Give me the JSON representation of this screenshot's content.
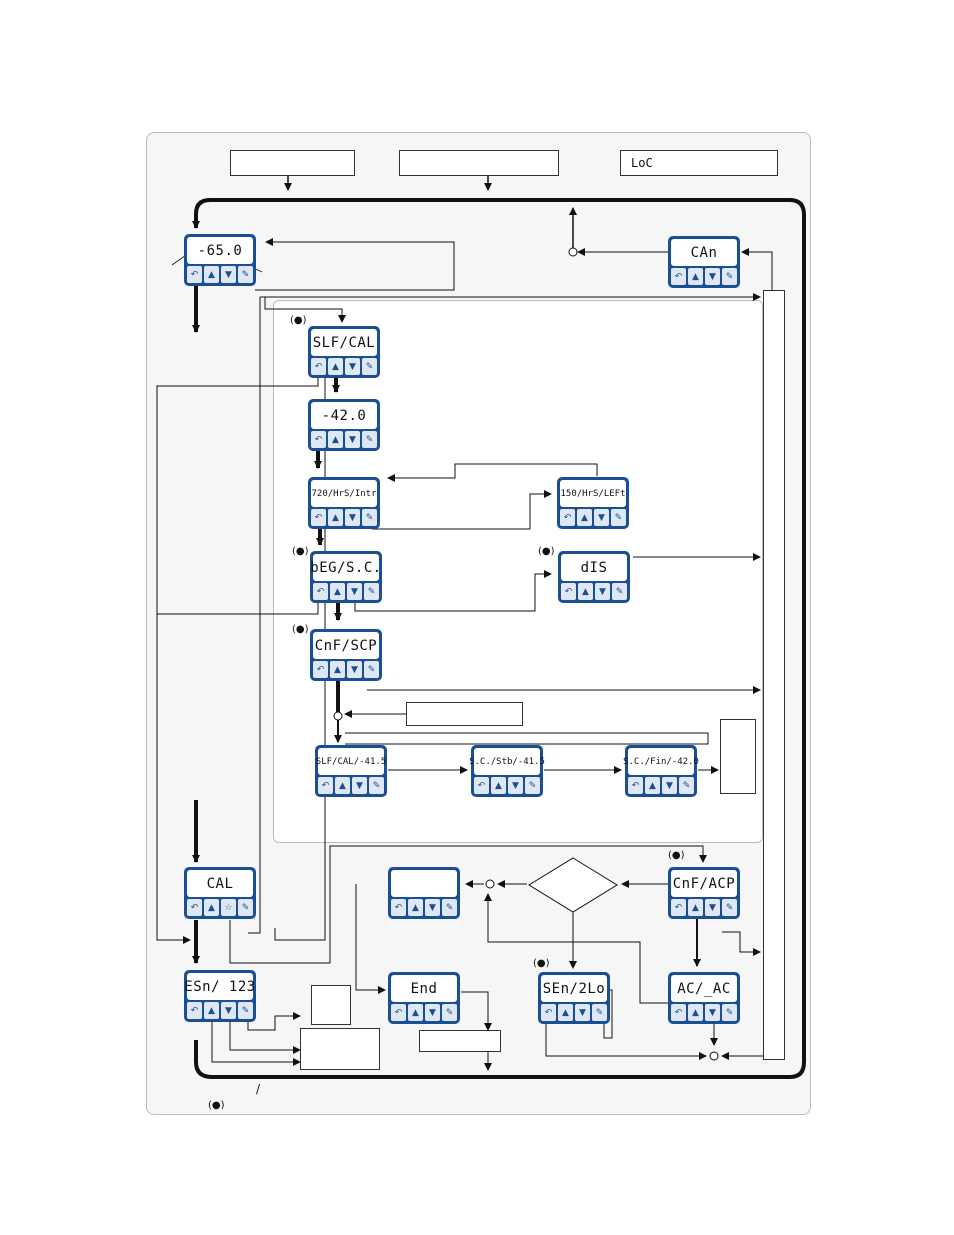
{
  "displays": {
    "main_value": "-65.0",
    "can": "CAn",
    "slf_cal": "SLF/CAL",
    "value_42": "-42.0",
    "hrs_int": "720/HrS/Intr",
    "hrs_left": "150/HrS/LEFt",
    "beg_sc": "bEG/S.C.",
    "dis": "dIS",
    "cnf_scp": "CnF/SCP",
    "slf_cal_val": "SLF/CAL/-41.5",
    "sc_stb_val": "S.C./Stb/-41.5",
    "sc_fin_val": "S.C./Fin/-42.0",
    "cal": "CAL",
    "cnf_acp": "CnF/ACP",
    "esn": "ESn/ 123",
    "end": "End",
    "sen_2lo": "SEn/2Lo",
    "ac_ac": "AC/_AC",
    "blank": ""
  },
  "labels": {
    "top_left": "",
    "top_middle": "",
    "top_right": "LoC",
    "mid_box": "",
    "bottom_box": ""
  },
  "keys": {
    "esc": "↶",
    "up": "▲",
    "down": "▼",
    "enter": "✎",
    "star": "☆"
  },
  "legend": {
    "slash": "/",
    "beep_symbol": "(●)"
  },
  "colors": {
    "device": "#1b4f93",
    "key": "#dfe7f3",
    "line": "#111111"
  }
}
